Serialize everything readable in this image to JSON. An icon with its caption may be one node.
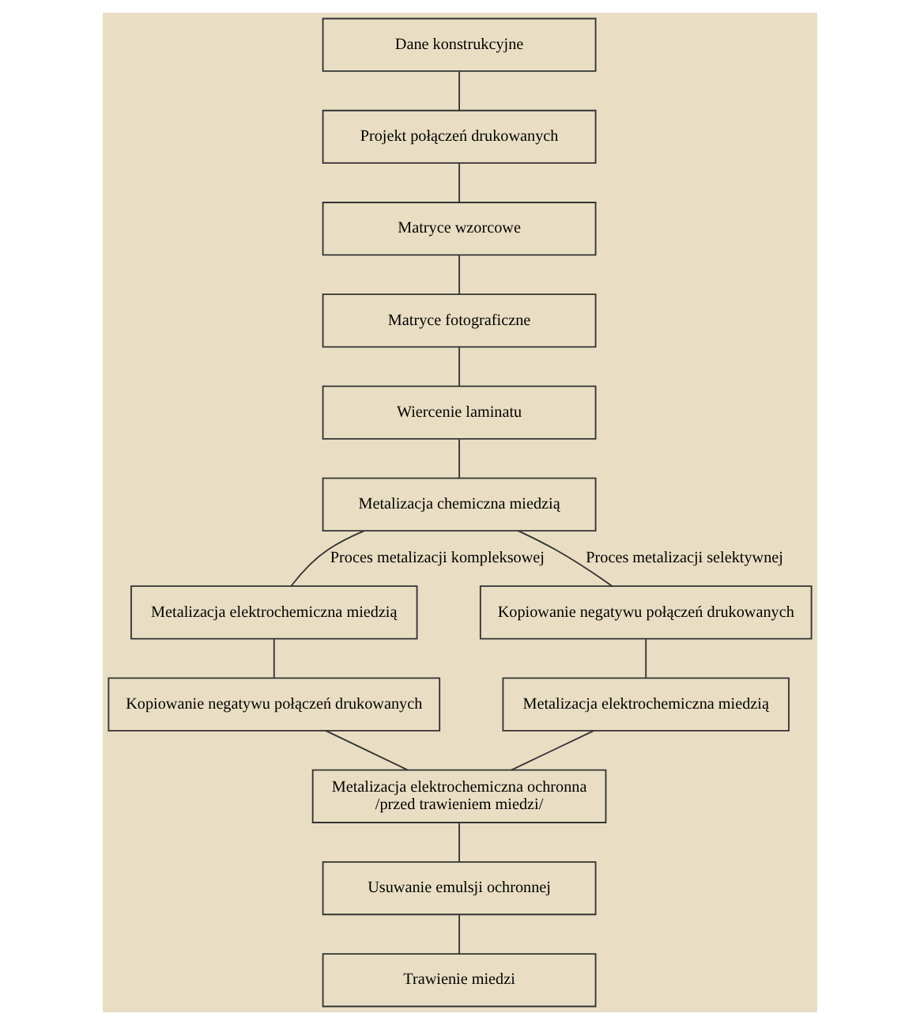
{
  "diagram": {
    "nodes": [
      {
        "text": [
          "Dane konstrukcyjne"
        ]
      },
      {
        "text": [
          "Projekt połączeń drukowanych"
        ]
      },
      {
        "text": [
          "Matryce wzorcowe"
        ]
      },
      {
        "text": [
          "Matryce fotograficzne"
        ]
      },
      {
        "text": [
          "Wiercenie laminatu"
        ]
      },
      {
        "text": [
          "Metalizacja chemiczna miedzią"
        ]
      },
      {
        "text": [
          "Metalizacja elektrochemiczna miedzią"
        ]
      },
      {
        "text": [
          "Kopiowanie negatywu połączeń drukowanych"
        ]
      },
      {
        "text": [
          "Kopiowanie negatywu połączeń drukowanych"
        ]
      },
      {
        "text": [
          "Metalizacja elektrochemiczna miedzią"
        ]
      },
      {
        "text": [
          "Metalizacja elektrochemiczna ochronna",
          "/przed trawieniem miedzi/"
        ]
      },
      {
        "text": [
          "Usuwanie emulsji ochronnej"
        ]
      },
      {
        "text": [
          "Trawienie miedzi"
        ]
      }
    ],
    "edges": [
      {
        "from": 0,
        "to": 1,
        "arrow": "none"
      },
      {
        "from": 1,
        "to": 2,
        "arrow": "none"
      },
      {
        "from": 2,
        "to": 3,
        "arrow": "none"
      },
      {
        "from": 3,
        "to": 4,
        "arrow": "none"
      },
      {
        "from": 4,
        "to": 5,
        "arrow": "none"
      },
      {
        "from": 5,
        "to": 6,
        "arrow": "none",
        "label": "Proces metalizacji kompleksowej"
      },
      {
        "from": 5,
        "to": 8,
        "arrow": "none",
        "label": "Proces metalizacji selektywnej"
      },
      {
        "from": 6,
        "to": 7,
        "arrow": "none"
      },
      {
        "from": 8,
        "to": 9,
        "arrow": "none"
      },
      {
        "from": 7,
        "to": 10,
        "arrow": "none"
      },
      {
        "from": 9,
        "to": 10,
        "arrow": "none"
      },
      {
        "from": 10,
        "to": 11,
        "arrow": "none"
      },
      {
        "from": 11,
        "to": 12,
        "arrow": "none"
      }
    ]
  }
}
